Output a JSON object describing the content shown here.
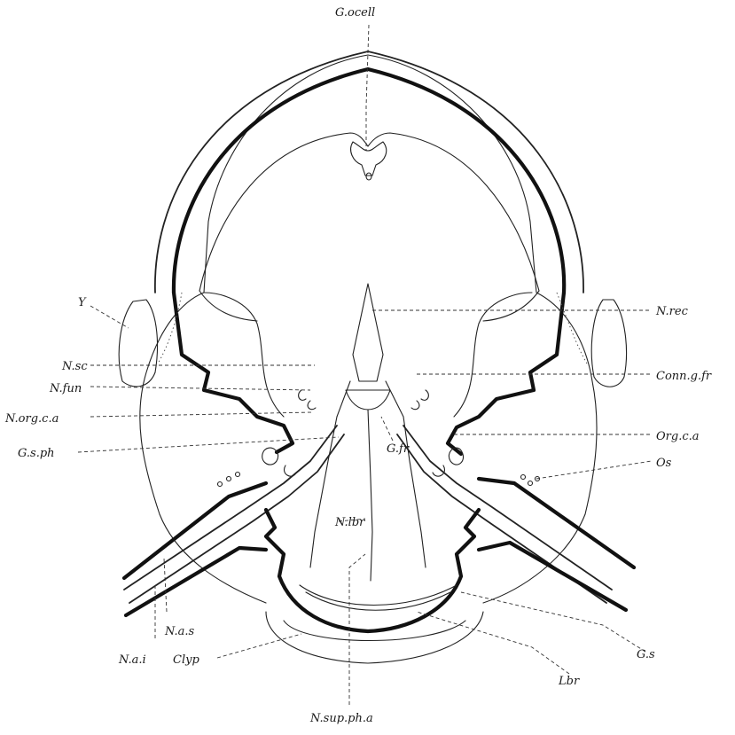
{
  "labels": {
    "g_ocell": "G.ocell",
    "y": "Y",
    "n_sc": "N.sc",
    "n_fun": "N.fun",
    "n_org_c_a": "N.org.c.a",
    "g_s_ph": "G.s.ph",
    "g_fr": "G.fr.",
    "n_lbr": "N.lbr",
    "n_rec": "N.rec",
    "conn_g_fr": "Conn.g.fr",
    "org_c_a": "Org.c.a",
    "os": "Os",
    "n_a_s": "N.a.s",
    "n_a_i": "N.a.i",
    "clyp": "Clyp",
    "g_s": "G.s",
    "lbr": "Lbr",
    "n_sup_ph_a": "N.sup.ph.a"
  }
}
